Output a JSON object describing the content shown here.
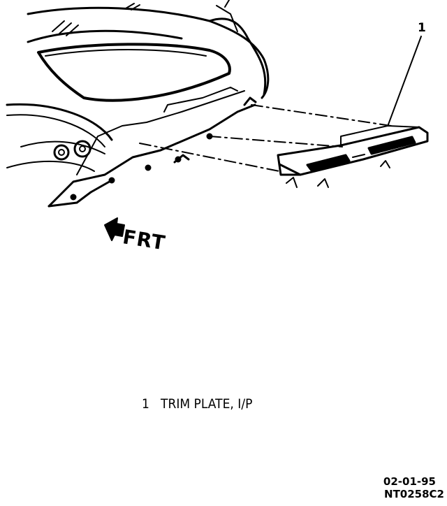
{
  "diagram": {
    "callout": "1",
    "direction_label": "FRT",
    "legend": [
      {
        "number": "1",
        "text": "TRIM PLATE, I/P"
      }
    ],
    "date_code": "02-01-95",
    "figure_id": "NT0258C2",
    "colors": {
      "ink": "#000000",
      "paper": "#ffffff"
    }
  }
}
